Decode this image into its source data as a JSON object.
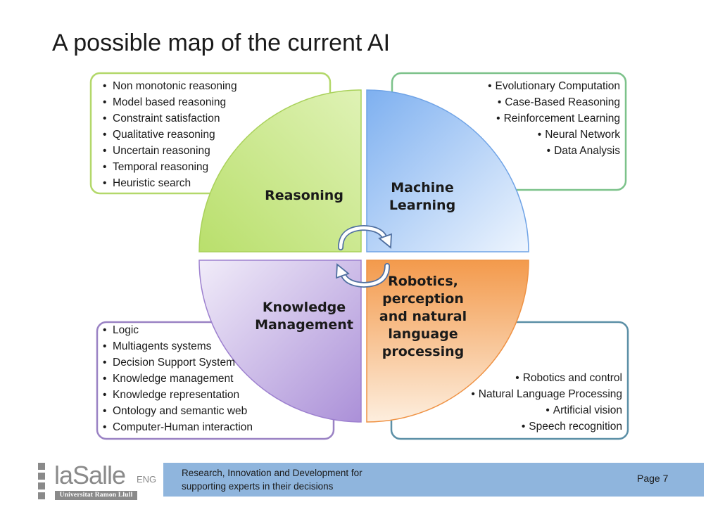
{
  "slide": {
    "title": "A possible map of the current AI"
  },
  "diagram": {
    "quadrants": {
      "reasoning": {
        "label": "Reasoning"
      },
      "machine_learning": {
        "label_lines": [
          "Machine",
          "Learning"
        ]
      },
      "knowledge_management": {
        "label_lines": [
          "Knowledge",
          "Management"
        ]
      },
      "robotics": {
        "label_lines": [
          "Robotics,",
          "perception",
          "and natural",
          "language",
          "processing"
        ]
      }
    },
    "boxes": {
      "top_left": [
        "Non monotonic reasoning",
        "Model based reasoning",
        "Constraint satisfaction",
        "Qualitative reasoning",
        "Uncertain reasoning",
        "Temporal reasoning",
        "Heuristic search"
      ],
      "top_right": [
        "Evolutionary Computation",
        "Case-Based Reasoning",
        "Reinforcement Learning",
        "Neural Network",
        "Data Analysis"
      ],
      "bottom_left": [
        "Logic",
        "Multiagents systems",
        "Decision Support System",
        "Knowledge management",
        "Knowledge representation",
        "Ontology and semantic web",
        "Computer-Human interaction"
      ],
      "bottom_right": [
        "Robotics and control",
        "Natural Language Processing",
        "Artificial vision",
        "Speech recognition"
      ]
    },
    "colors": {
      "reasoning": "#b8de6a",
      "machine_learning": "#7fb0ef",
      "knowledge_management": "#ad93d9",
      "robotics": "#f5a35a",
      "box_top_left": "#b3d86a",
      "box_top_right": "#7cc28a",
      "box_bottom_left": "#9a82c4",
      "box_bottom_right": "#5b8fa6"
    }
  },
  "footer": {
    "logo_main": "laSalle",
    "logo_suffix": "ENG",
    "logo_university": "Universitat Ramon Llull",
    "text_lines": [
      "Research, Innovation and Development for",
      "supporting experts in their decisions"
    ],
    "page": "Page 7"
  }
}
